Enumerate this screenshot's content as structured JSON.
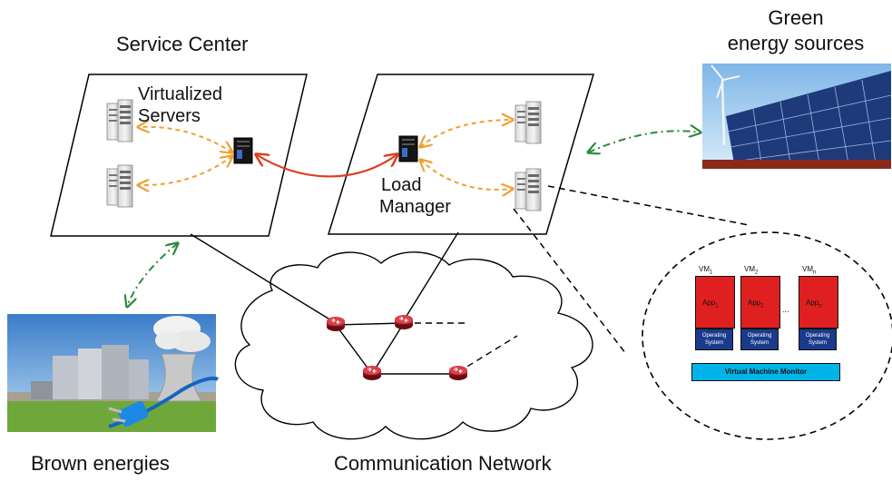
{
  "labels": {
    "service_center": "Service Center",
    "virtualized_servers_1": "Virtualized",
    "virtualized_servers_2": "Servers",
    "load_manager_1": "Load",
    "load_manager_2": "Manager",
    "green_1": "Green",
    "green_2": "energy sources",
    "brown": "Brown energies",
    "network": "Communication Network"
  },
  "vm_stack": {
    "vms": [
      {
        "vm": "VM",
        "vm_sub": "1",
        "app": "App",
        "app_sub": "1",
        "os_1": "Operating",
        "os_2": "System"
      },
      {
        "vm": "VM",
        "vm_sub": "2",
        "app": "App",
        "app_sub": "2",
        "os_1": "Operating",
        "os_2": "System"
      },
      {
        "vm": "VM",
        "vm_sub": "n",
        "app": "App",
        "app_sub": "n",
        "os_1": "Operating",
        "os_2": "System"
      }
    ],
    "ellipsis": "...",
    "monitor": "Virtual Machine Monitor"
  },
  "colors": {
    "orange_arrow": "#F0A030",
    "red_arrow": "#E03C20",
    "green_arrow": "#2E8B40",
    "router": "#B01C22",
    "app_red": "#E02020",
    "os_blue": "#1A3A8C",
    "vmm_cyan": "#00B4E8"
  }
}
